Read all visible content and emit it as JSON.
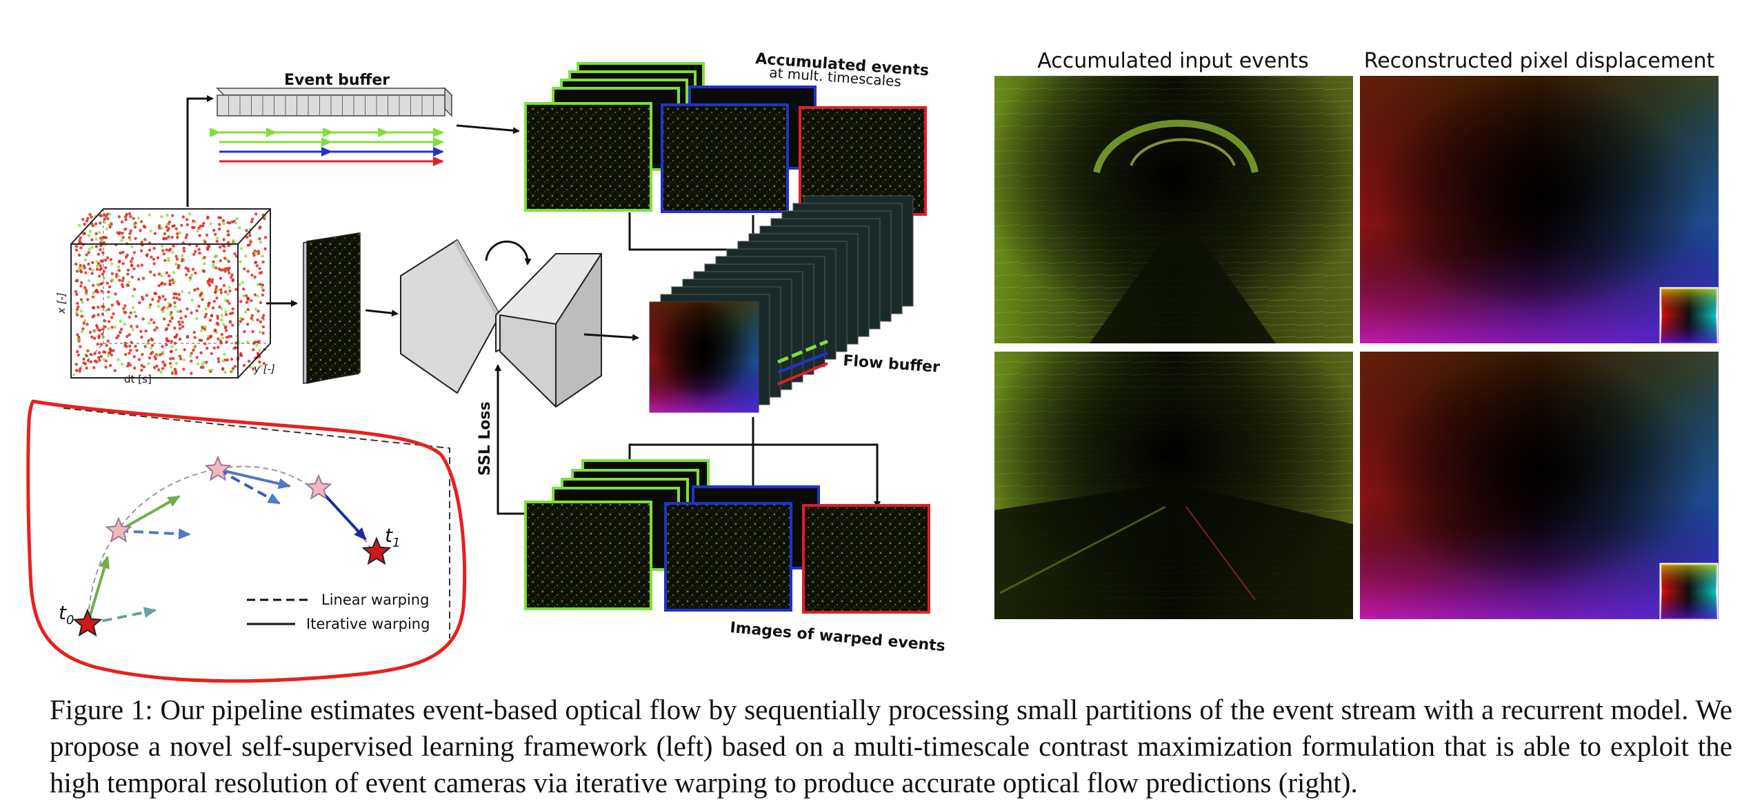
{
  "labels": {
    "event_buffer": "Event buffer",
    "accumulated_events": "Accumulated events",
    "accumulated_events_sub": "at mult. timescales",
    "flow_buffer": "Flow buffer",
    "ssl_loss": "SSL Loss",
    "warped_events": "Images of warped events",
    "axis_x": "x [-]",
    "axis_dt": "dt [s]",
    "axis_y": "y [-]",
    "t0": "t",
    "t0_sub": "0",
    "t1": "t",
    "t1_sub": "1",
    "legend_linear": "Linear warping",
    "legend_iterative": "Iterative warping",
    "panel_left_title": "Accumulated input events",
    "panel_right_title": "Reconstructed pixel displacement"
  },
  "caption": "Figure 1: Our pipeline estimates event-based optical flow by sequentially processing small partitions of the event stream with a recurrent model. We propose a novel self-supervised learning framework (left) based on a multi-timescale contrast maximization formulation that is able to exploit the high temporal resolution of event cameras via iterative warping to produce accurate optical flow predictions (right).",
  "colors": {
    "green": "#7ee03a",
    "blue": "#2230d0",
    "red": "#e01e2a",
    "annotation_red": "#e8201c"
  }
}
